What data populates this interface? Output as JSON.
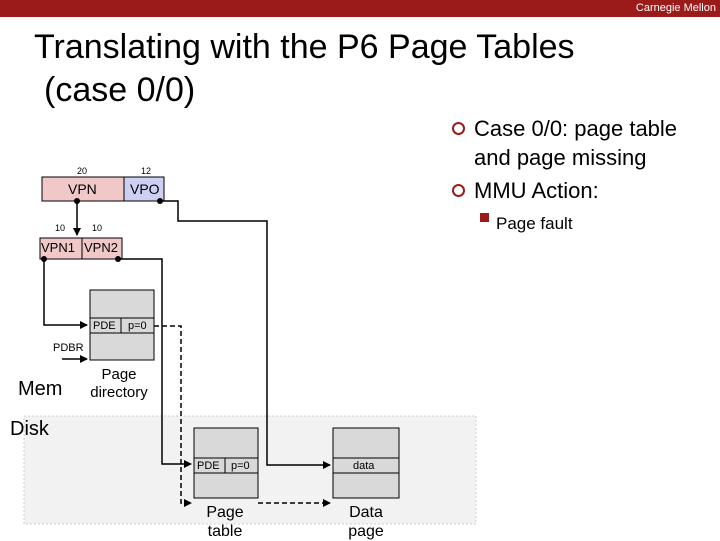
{
  "header": {
    "brand": "Carnegie Mellon"
  },
  "title": {
    "line1": "Translating with the P6 Page Tables",
    "line2": "(case 0/0)"
  },
  "bullets": [
    {
      "text": "Case 0/0: page table and page missing"
    },
    {
      "text": "MMU Action:",
      "sub": "Page fault"
    }
  ],
  "diagram": {
    "vpn_bits": "20",
    "vpo_bits": "12",
    "vpn_label": "VPN",
    "vpo_label": "VPO",
    "vpn1_bits": "10",
    "vpn2_bits": "10",
    "vpn1_label": "VPN1",
    "vpn2_label": "VPN2",
    "pde_label": "PDE",
    "present_label": "p=0",
    "pdbr_label": "PDBR",
    "mem_label": "Mem",
    "disk_label": "Disk",
    "page_directory_label": "Page directory",
    "pde2_label": "PDE",
    "present2_label": "p=0",
    "data_label": "data",
    "page_table_label": "Page table",
    "data_page_label": "Data page"
  },
  "colors": {
    "accent": "#9b1b1b",
    "vpn_fill": "#f0c8c8",
    "vpo_fill": "#cdd0f2",
    "disk_fill": "#f2f2f2",
    "box_fill": "#d9d9d9"
  }
}
